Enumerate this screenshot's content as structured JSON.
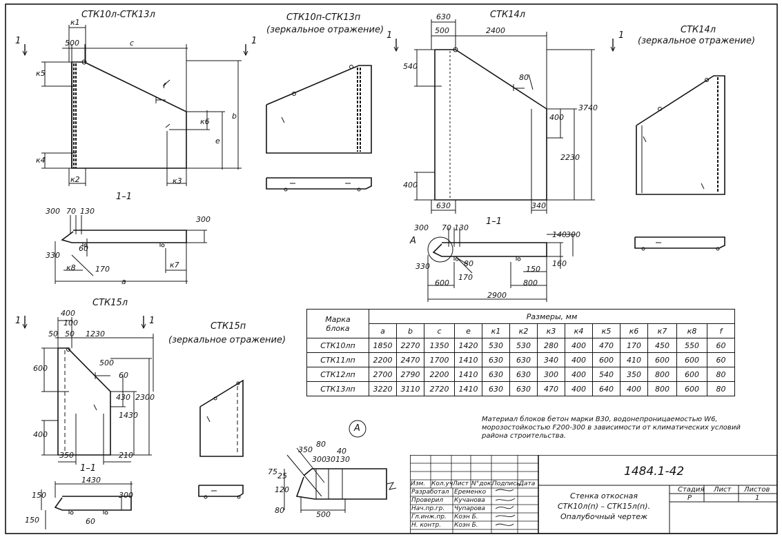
{
  "titles": {
    "ctk10l_13l": "СТК10л-СТК13л",
    "ctk10p_13p": "СТК10п-СТК13п",
    "mirror": "(зеркальное отражение)",
    "ctk14l": "СТК14л",
    "ctk15l": "СТК15л",
    "ctk15p": "СТК15п",
    "section": "1–1",
    "section_mark": "1",
    "node_a": "А"
  },
  "dims": {
    "view1": {
      "d500": "500",
      "c": "c",
      "b": "b",
      "e": "e",
      "f": "f",
      "k1": "к1",
      "k2": "к2",
      "k3": "к3",
      "k4": "к4",
      "k5": "к5",
      "k6": "к6"
    },
    "sec1": {
      "d300a": "300",
      "d70": "70",
      "d130": "130",
      "d300b": "300",
      "d330": "330",
      "d60": "60",
      "d170": "170",
      "k8": "к8",
      "k7": "к7",
      "a": "a"
    },
    "view14": {
      "d630a": "630",
      "d500": "500",
      "d2400": "2400",
      "d540": "540",
      "d80": "80",
      "d400a": "400",
      "d3740": "3740",
      "d2230": "2230",
      "d400b": "400",
      "d630b": "630",
      "d340": "340"
    },
    "sec14": {
      "d300a": "300",
      "d70": "70",
      "d130": "130",
      "d140": "140",
      "d300b": "300",
      "d160": "160",
      "d330": "330",
      "d80": "80",
      "d170": "170",
      "d150": "150",
      "d600": "600",
      "d800": "800",
      "d2900": "2900"
    },
    "view15": {
      "d400": "400",
      "d100": "100",
      "d50a": "50",
      "d50b": "50",
      "d1230": "1230",
      "d500": "500",
      "d600": "600",
      "d60": "60",
      "d430": "430",
      "d2300": "2300",
      "d1430": "1430",
      "d400b": "400",
      "d350": "350",
      "d210": "210"
    },
    "sec15": {
      "d1430": "1430",
      "d150a": "150",
      "d300": "300",
      "d150b": "150",
      "d60": "60"
    },
    "nodeA": {
      "d350": "350",
      "d80": "80",
      "d40": "40",
      "d300": "300",
      "d30": "30",
      "d130": "130",
      "d75": "75",
      "d25": "25",
      "d120": "120",
      "d80b": "80",
      "d500": "500"
    }
  },
  "table": {
    "header_mark": "Марка\nблока",
    "header_sizes": "Размеры, мм",
    "columns": [
      "a",
      "b",
      "c",
      "e",
      "к1",
      "к2",
      "к3",
      "к4",
      "к5",
      "к6",
      "к7",
      "к8",
      "f"
    ],
    "rows": [
      {
        "mark": "СТК10лп",
        "values": [
          "1850",
          "2270",
          "1350",
          "1420",
          "530",
          "530",
          "280",
          "400",
          "470",
          "170",
          "450",
          "550",
          "60"
        ]
      },
      {
        "mark": "СТК11лп",
        "values": [
          "2200",
          "2470",
          "1700",
          "1410",
          "630",
          "630",
          "340",
          "400",
          "600",
          "410",
          "600",
          "600",
          "60"
        ]
      },
      {
        "mark": "СТК12лп",
        "values": [
          "2700",
          "2790",
          "2200",
          "1410",
          "630",
          "630",
          "300",
          "400",
          "540",
          "350",
          "800",
          "600",
          "80"
        ]
      },
      {
        "mark": "СТК13лп",
        "values": [
          "3220",
          "3110",
          "2720",
          "1410",
          "630",
          "630",
          "470",
          "400",
          "640",
          "400",
          "800",
          "600",
          "80"
        ]
      }
    ]
  },
  "note": "Материал блоков бетон марки В30, водонепроницаемостью W6, морозостойкостью F200-300 в зависимости от климатических условий района строительства.",
  "title_block": {
    "code": "1484.1-42",
    "cols": [
      "Изм.",
      "Кол.уч",
      "Лист",
      "N°док.",
      "Подпись",
      "Дата"
    ],
    "roles": [
      "Разработал",
      "Проверил",
      "Нач.пр.гр.",
      "Гл.инж.пр.",
      "Н. контр."
    ],
    "names": [
      "Еременко",
      "Кучанова",
      "Чупарова",
      "Коэн Б.",
      "Коэн Б."
    ],
    "title": "Стенка откосная\nСТК10л(п) – СТК15л(п).\nОпалубочный чертеж",
    "stage_label": "Стадия",
    "sheet_label": "Лист",
    "sheets_label": "Листов",
    "stage": "Р",
    "sheets": "1"
  }
}
